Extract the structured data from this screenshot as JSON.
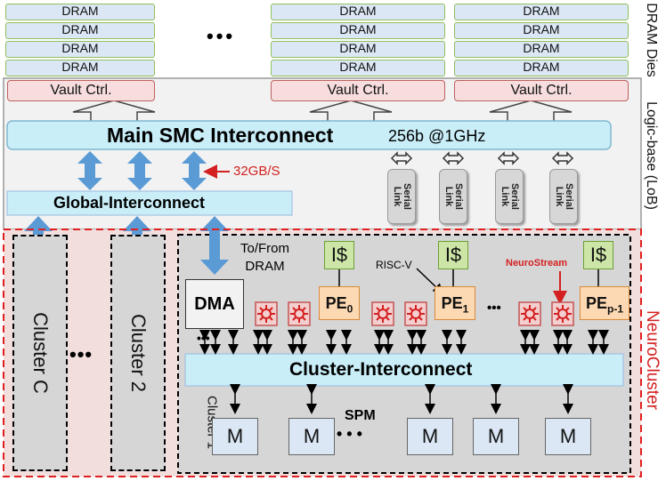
{
  "dram": {
    "stack_label": "DRAM",
    "ellipsis": "•••",
    "dies_label": "DRAM Dies"
  },
  "vaults": [
    "Vault Ctrl.",
    "Vault Ctrl.",
    "Vault Ctrl."
  ],
  "logic": {
    "main_interconnect": "Main SMC Interconnect",
    "bus_spec": "256b @1GHz",
    "bandwidth": "32GB/S",
    "global_interconnect": "Global-Interconnect",
    "serial_link_label": "Serial\nLink",
    "logic_base_label": "Logic-base (LoB)"
  },
  "clusters": {
    "cluster_c": "Cluster C",
    "cluster_2": "Cluster 2",
    "cluster_1": "Cluster 1",
    "ellipsis": "•••",
    "neurocluster_label": "NeuroCluster"
  },
  "cluster1": {
    "to_from_dram": "To/From",
    "dram": "DRAM",
    "dma": "DMA",
    "icache": "I$",
    "pe_base": "PE",
    "pe_subs": [
      "0",
      "1",
      "p-1"
    ],
    "risc_v": "RISC-V",
    "neurostream": "NeuroStream",
    "pe_ellipsis": "•••",
    "dma_dots": "•••",
    "cluster_interconnect": "Cluster-Interconnect",
    "spm": "SPM",
    "mem": "M",
    "mem_ellipsis": "• • •"
  },
  "colors": {
    "accent_red": "#d42020",
    "interconnect_blue": "#5b9bd5",
    "light_blue": "#c9eef8"
  }
}
